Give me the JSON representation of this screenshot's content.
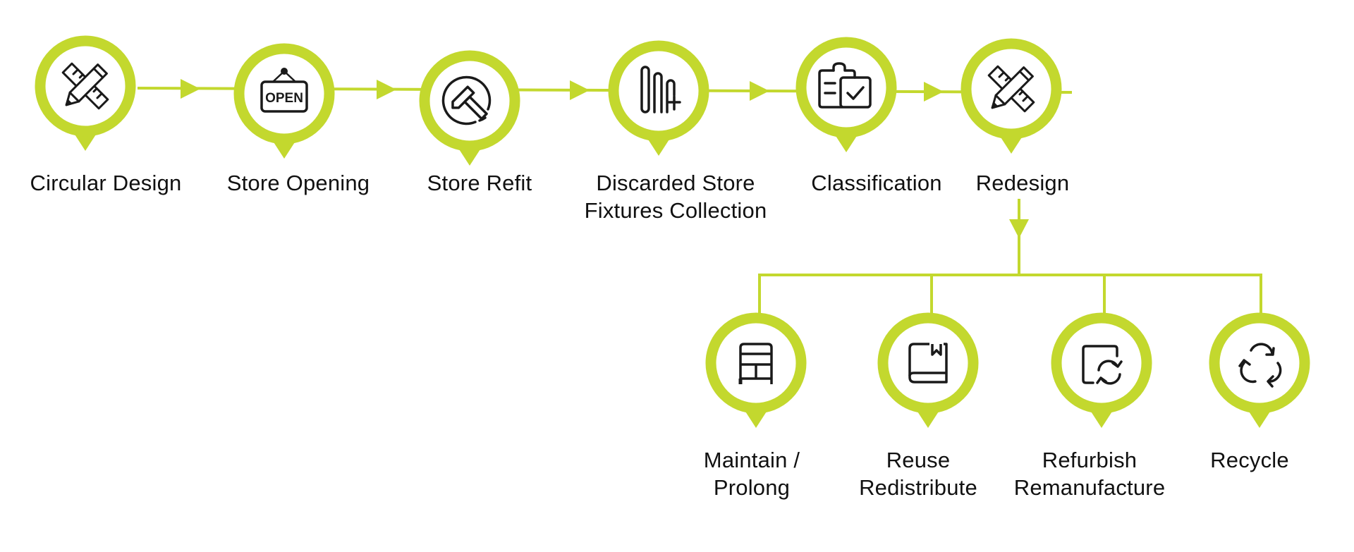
{
  "colors": {
    "accent": "#C3D82E",
    "icon": "#1a1a1a",
    "text": "#111111",
    "background": "#ffffff"
  },
  "main_flow": [
    {
      "id": "circular-design",
      "label_lines": [
        "Circular Design"
      ],
      "icon": "ruler-pencil-icon"
    },
    {
      "id": "store-opening",
      "label_lines": [
        "Store Opening"
      ],
      "icon": "open-sign-icon",
      "icon_text": "OPEN"
    },
    {
      "id": "store-refit",
      "label_lines": [
        "Store Refit"
      ],
      "icon": "hammer-icon"
    },
    {
      "id": "discarded-store-fixtures-collection",
      "label_lines": [
        "Discarded Store",
        "Fixtures Collection"
      ],
      "icon": "fixtures-collect-icon"
    },
    {
      "id": "classification",
      "label_lines": [
        "Classification"
      ],
      "icon": "clipboard-check-icon"
    },
    {
      "id": "redesign",
      "label_lines": [
        "Redesign"
      ],
      "icon": "ruler-pencil-icon"
    }
  ],
  "branches": [
    {
      "id": "maintain-prolong",
      "label_lines": [
        "Maintain /",
        "Prolong"
      ],
      "icon": "shelf-icon"
    },
    {
      "id": "reuse-redistribute",
      "label_lines": [
        "Reuse",
        "Redistribute"
      ],
      "icon": "book-icon"
    },
    {
      "id": "refurbish-remanufacture",
      "label_lines": [
        "Refurbish",
        "Remanufacture"
      ],
      "icon": "refresh-box-icon"
    },
    {
      "id": "recycle",
      "label_lines": [
        "Recycle"
      ],
      "icon": "recycle-icon"
    }
  ]
}
